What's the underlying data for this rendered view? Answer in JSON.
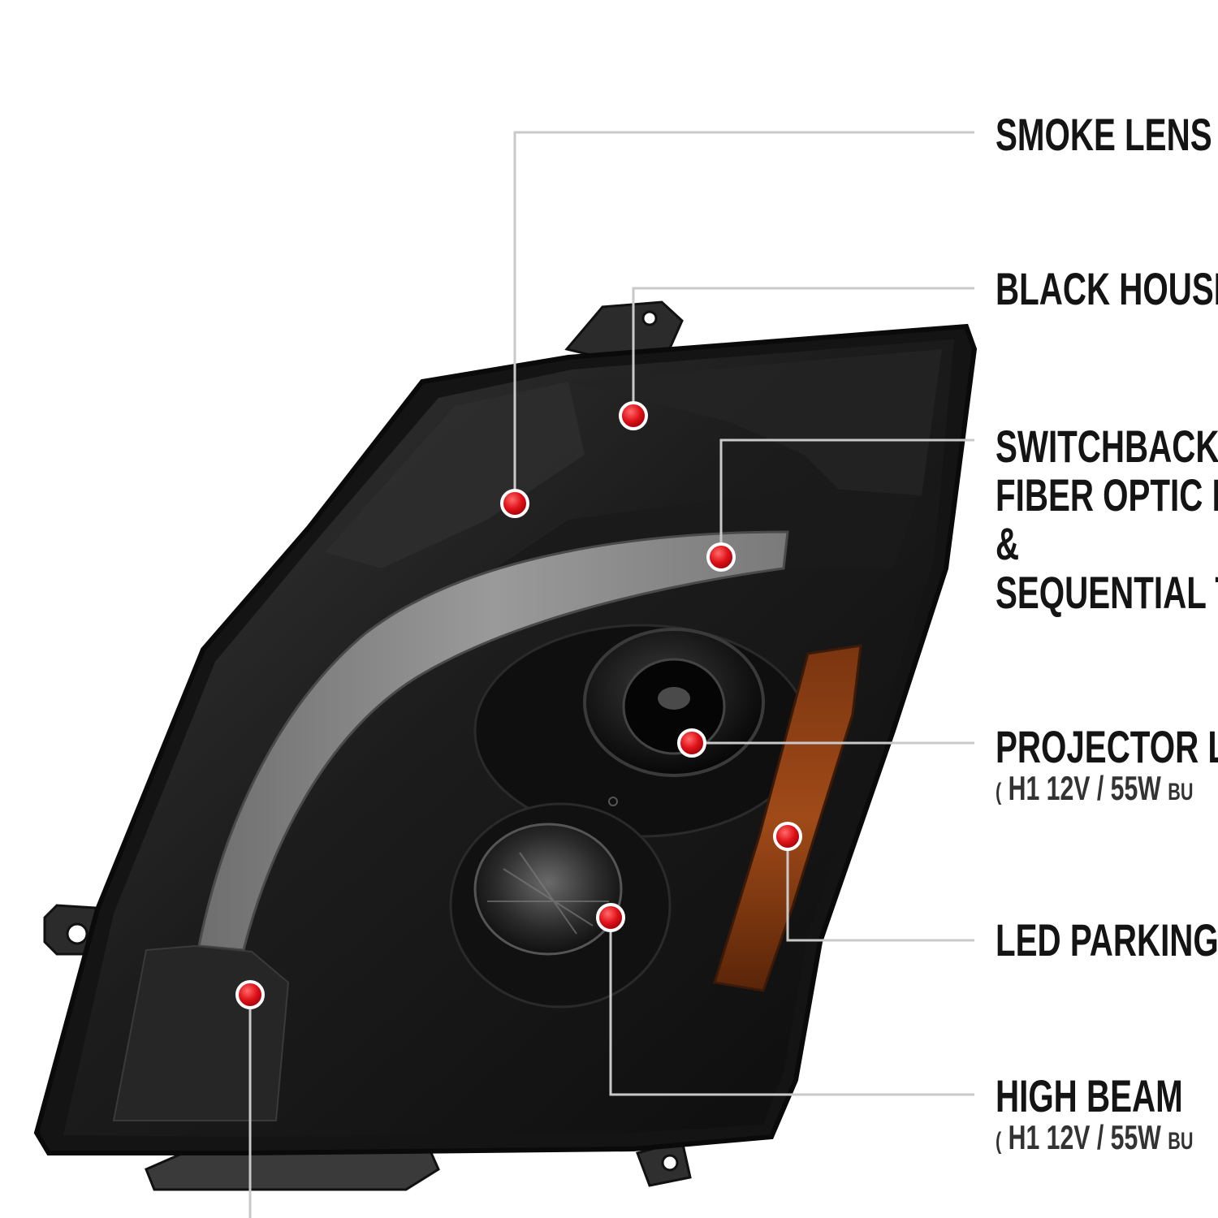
{
  "callouts": {
    "smoke_lens": "SMOKE LENS",
    "black_housing": "BLACK HOUSIN",
    "switchback_line1": "SWITCHBACK",
    "switchback_line2": "FIBER OPTIC LE",
    "switchback_line3": "&",
    "switchback_line4": "SEQUENTIAL TU",
    "projector_low": "PROJECTOR LO",
    "projector_low_spec_open": "(",
    "projector_low_spec": "H1  12V / 55W",
    "projector_low_spec_tail": "BU",
    "led_parking": "LED PARKING L",
    "high_beam": "HIGH BEAM",
    "high_beam_spec_open": "(",
    "high_beam_spec": "H1  12V / 55W",
    "high_beam_spec_tail": "BU"
  },
  "colors": {
    "leader_line": "#c9c9c9",
    "marker_red": "#e0131a",
    "housing_black": "#141414",
    "lens_smoke": "#2a2a2a",
    "light_bar": "#8a8a8a",
    "amber_reflector": "#8a3a10"
  },
  "icons": {
    "marker": "red-dot-marker-icon"
  }
}
